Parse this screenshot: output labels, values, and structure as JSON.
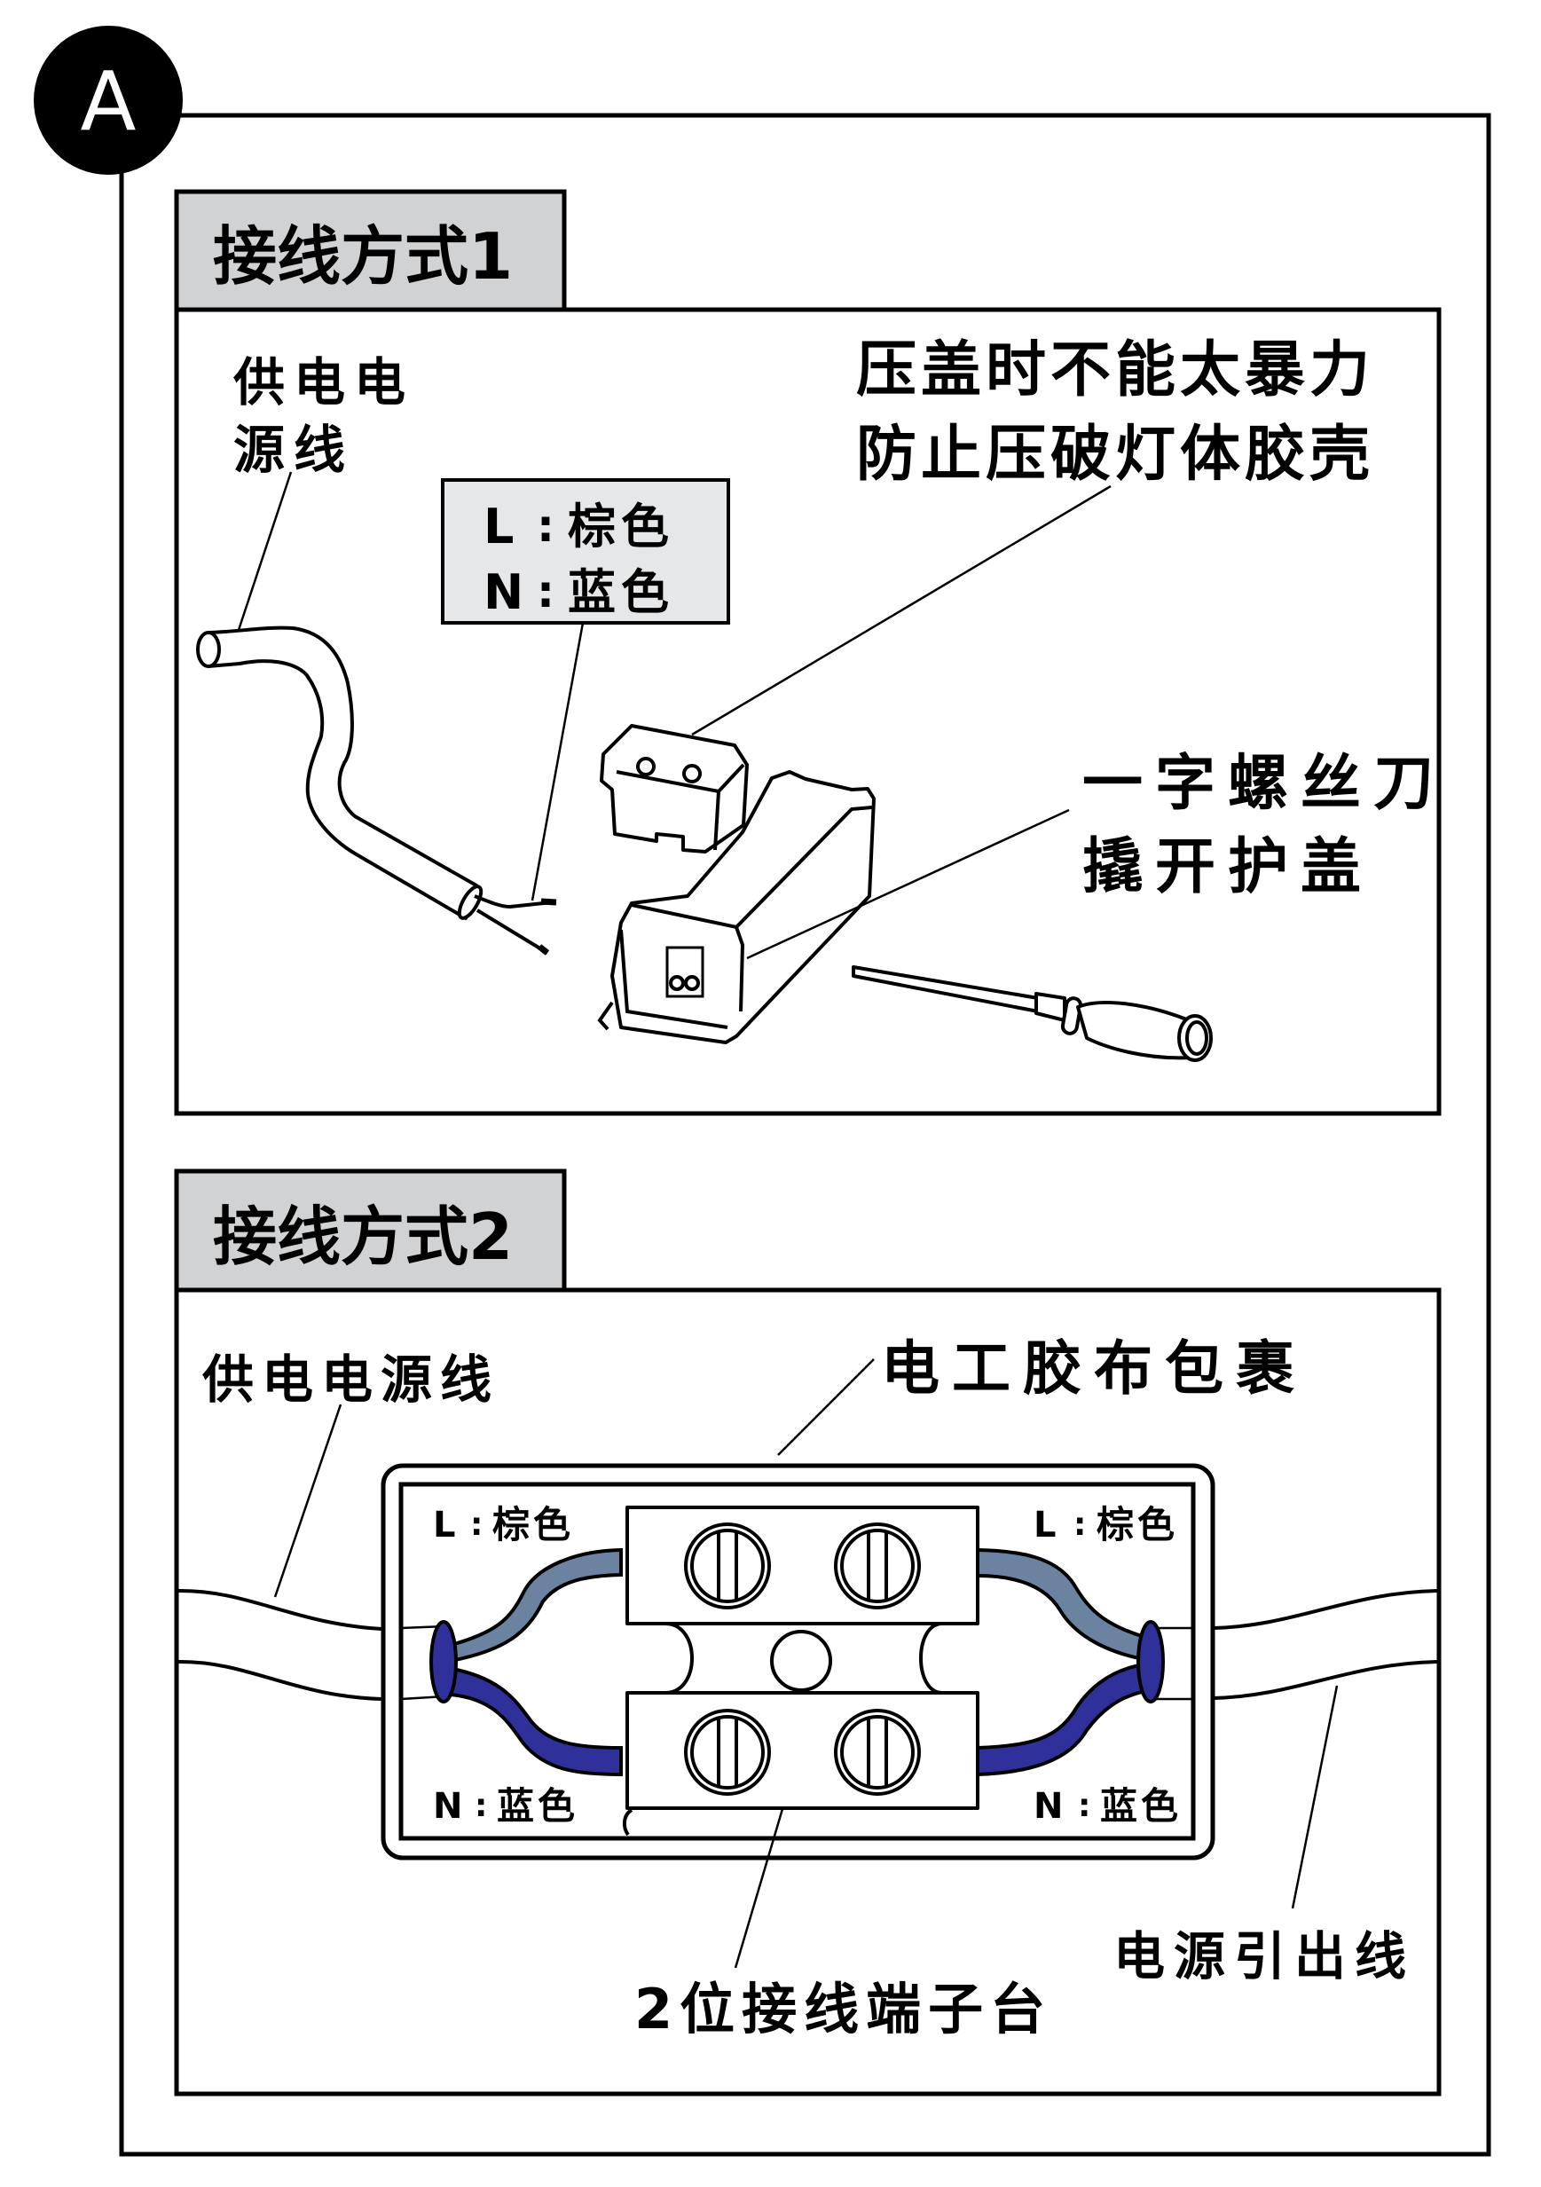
{
  "badge": {
    "letter": "A",
    "icon": "section-badge-circle"
  },
  "colors": {
    "title_fill": "#d1d2d4",
    "legend_fill": "#e6e7e8",
    "live_wire": "#6b83a1",
    "neutral_wire": "#30309a",
    "ink": "#000000"
  },
  "method1": {
    "title": "接线方式1",
    "supply_cable_label": [
      "供电电",
      "源线"
    ],
    "wire_legend": [
      {
        "code": "L",
        "separator": ":",
        "color_name": "棕色"
      },
      {
        "code": "N",
        "separator": ":",
        "color_name": "蓝色"
      }
    ],
    "warning": [
      "压盖时不能太暴力",
      "防止压破灯体胶壳"
    ],
    "screwdriver_note": [
      "一字螺丝刀",
      "撬开护盖"
    ],
    "icons": [
      "power-cable-icon",
      "driver-box-icon",
      "terminal-cover-icon",
      "flathead-screwdriver-icon"
    ]
  },
  "method2": {
    "title": "接线方式2",
    "supply_cable_label": "供电电源线",
    "tape_label": "电工胶布包裹",
    "terminal_label": "2位接线端子台",
    "output_cable_label": "电源引出线",
    "left_wires": [
      {
        "code": "L",
        "separator": ":",
        "color_name": "棕色"
      },
      {
        "code": "N",
        "separator": ":",
        "color_name": "蓝色"
      }
    ],
    "right_wires": [
      {
        "code": "L",
        "separator": ":",
        "color_name": "棕色"
      },
      {
        "code": "N",
        "separator": ":",
        "color_name": "蓝色"
      }
    ],
    "terminal_positions": 2
  }
}
